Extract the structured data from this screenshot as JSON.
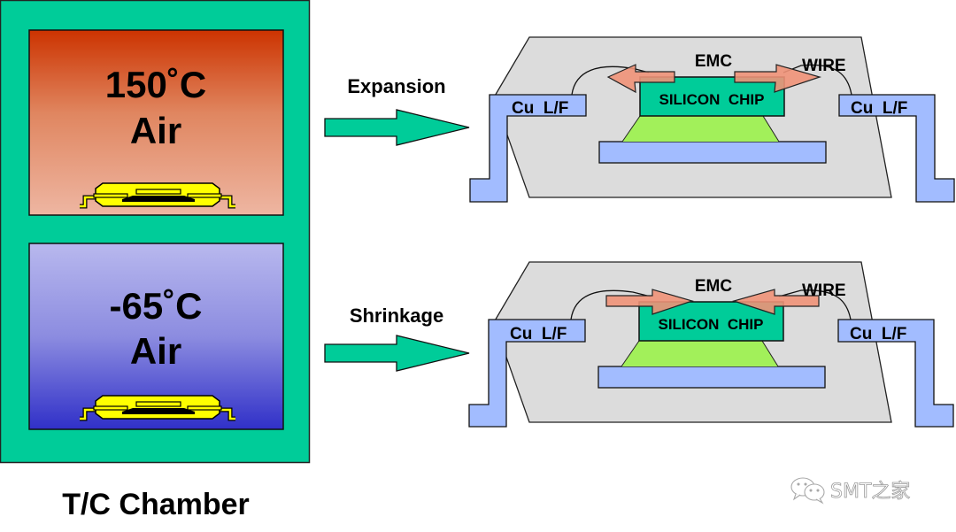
{
  "chamber": {
    "title": "T/C Chamber",
    "hot": {
      "temperature": "150˚C",
      "medium": "Air"
    },
    "cold": {
      "temperature": "-65˚C",
      "medium": "Air"
    },
    "colors": {
      "frame": "#00CC99",
      "hot_top": "#CC3300",
      "hot_bottom": "#EEB6A2",
      "cold_top": "#B4B4EC",
      "cold_bottom": "#3232C8",
      "package": "#FFFF00"
    }
  },
  "transitions": [
    {
      "label": "Expansion"
    },
    {
      "label": "Shrinkage"
    }
  ],
  "package_diagrams": [
    {
      "state": "expansion",
      "labels": {
        "emc": "EMC",
        "wire": "WIRE",
        "chip": "SILICON  CHIP",
        "lead_left": "Cu  L/F",
        "lead_right": "Cu  L/F"
      },
      "arrow_direction": "outward"
    },
    {
      "state": "shrinkage",
      "labels": {
        "emc": "EMC",
        "wire": "WIRE",
        "chip": "SILICON  CHIP",
        "lead_left": "Cu  L/F",
        "lead_right": "Cu  L/F"
      },
      "arrow_direction": "inward"
    }
  ],
  "colors": {
    "emc_body": "#DCDCDC",
    "chip": "#00CC99",
    "die_attach": "#A2F05A",
    "lead_frame": "#A2BCFF",
    "stress_arrow": "#F0967A",
    "transition_arrow": "#00CC99"
  },
  "watermark": {
    "text": "SMT之家",
    "icon": "wechat-icon"
  }
}
